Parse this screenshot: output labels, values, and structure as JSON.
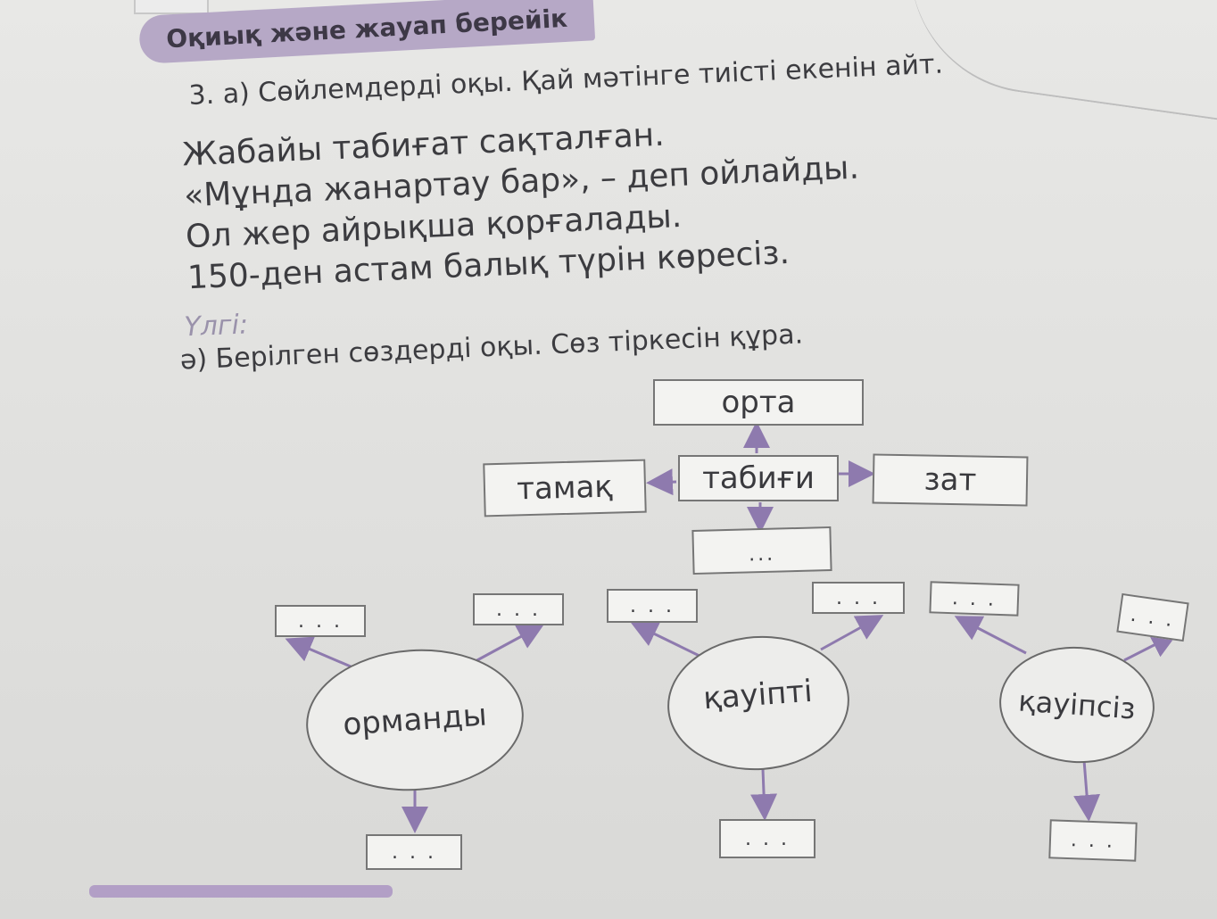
{
  "section": {
    "header": "Оқиық және жауап берейік"
  },
  "exercise": {
    "task_a": "3. а) Сөйлемдерді оқы. Қай мәтінге тиісті екенін айт.",
    "sentences": [
      "Жабайы табиғат сақталған.",
      "«Мұнда жанартау бар», – деп ойлайды.",
      "Ол жер айрықша қорғалады.",
      "150-ден астам балық түрін көресіз."
    ],
    "sample_label": "Үлгі:",
    "task_b": "ә) Берілген сөздерді оқы. Сөз тіркесін құра."
  },
  "diagram": {
    "center": "табиғи",
    "top": "орта",
    "left": "тамақ",
    "right": "зат",
    "below_center": "...",
    "hubs": [
      {
        "label": "орманды",
        "left_box": ". . .",
        "right_box": ". . .",
        "bottom_box": ". . ."
      },
      {
        "label": "қауіпті",
        "left_box": ". . .",
        "right_box": ". . .",
        "bottom_box": ". . ."
      },
      {
        "label": "қауіпсіз",
        "left_box": ". . .",
        "right_box": ". . .",
        "bottom_box": ". . ."
      }
    ]
  },
  "colors": {
    "header_bg": "#b6a8c6",
    "arrow": "#8e7aae",
    "sample_text": "#9a92ab"
  }
}
